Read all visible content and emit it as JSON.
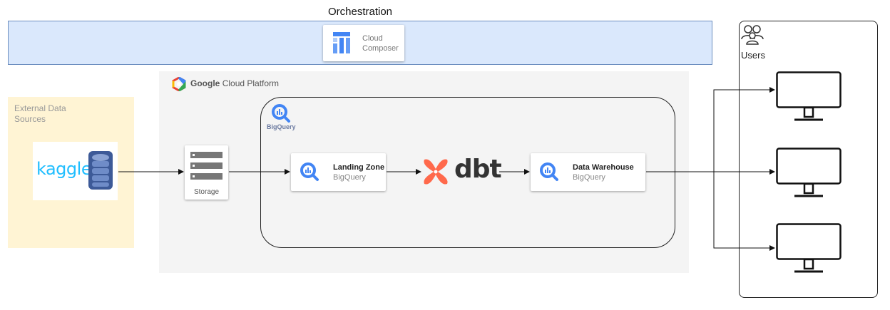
{
  "orchestration": {
    "title": "Orchestration",
    "composer_line1": "Cloud",
    "composer_line2": "Composer"
  },
  "external": {
    "label_line1": "External Data",
    "label_line2": "Sources",
    "kaggle_text": "kaggle"
  },
  "gcp": {
    "title_bold": "Google",
    "title_rest": "Cloud Platform",
    "storage_label": "Storage",
    "bigquery_label": "BigQuery",
    "landing": {
      "title": "Landing Zone",
      "sub": "BigQuery"
    },
    "warehouse": {
      "title": "Data Warehouse",
      "sub": "BigQuery"
    },
    "dbt_text": "dbt"
  },
  "users": {
    "label": "Users",
    "count": 3
  },
  "colors": {
    "orchestration_band": "#dae8fc",
    "external_panel": "#fff2cc",
    "gcp_panel": "#f4f4f4",
    "bigquery_blue": "#4285f4",
    "dbt_orange": "#ff694b",
    "kaggle_blue": "#20beff"
  },
  "icons": [
    "cloud-composer-icon",
    "database-stack-icon",
    "google-cloud-logo-icon",
    "storage-icon",
    "bigquery-icon",
    "dbt-logo-icon",
    "users-icon",
    "monitor-icon"
  ]
}
